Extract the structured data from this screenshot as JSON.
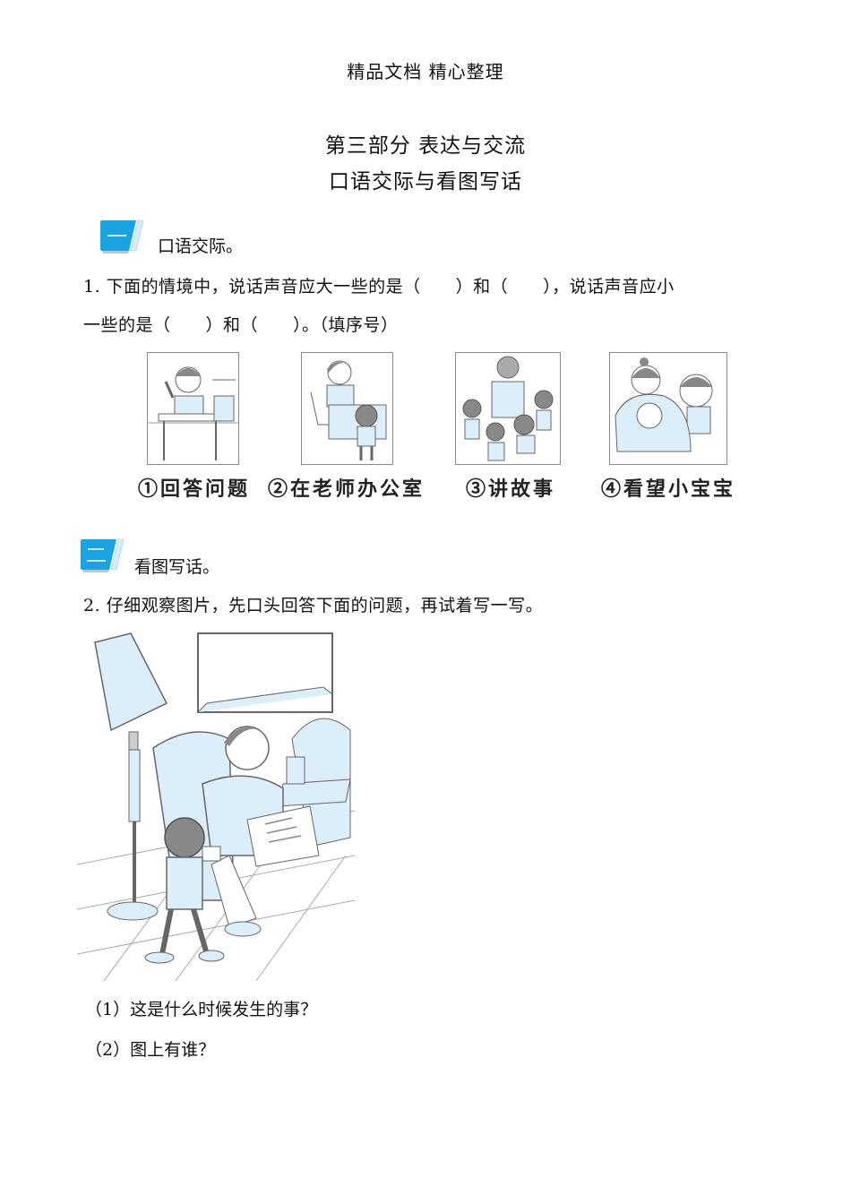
{
  "header": {
    "text": "精品文档 精心整理"
  },
  "titles": {
    "part": "第三部分  表达与交流",
    "section": "口语交际与看图写话"
  },
  "colors": {
    "badge_blue": "#1AA3E0",
    "badge_light": "#D6ECF8",
    "illustration_fill": "#DCEEF9",
    "line": "#555555"
  },
  "sections": [
    {
      "badge_icon": "section-number-one-badge",
      "badge_glyph": "一",
      "label": "口语交际。",
      "question": {
        "line1": "1. 下面的情境中，说话声音应大一些的是（　　）和（　　），说话声音应小",
        "line2": "一些的是（　　）和（　　）。（填序号）"
      },
      "pictures": [
        {
          "caption": "①回答问题",
          "scene": "child-raising-hand-at-desk"
        },
        {
          "caption": "②在老师办公室",
          "scene": "student-in-teacher-office"
        },
        {
          "caption": "③讲故事",
          "scene": "grandma-telling-story"
        },
        {
          "caption": "④看望小宝宝",
          "scene": "visiting-baby"
        }
      ]
    },
    {
      "badge_icon": "section-number-two-badge",
      "badge_glyph": "二",
      "label": "看图写话。",
      "question": {
        "line1": "2. 仔细观察图片，先口头回答下面的问题，再试着写一写。"
      },
      "illustration": "child-bringing-tea-to-father-reading-newspaper",
      "subquestions": [
        "（1）这是什么时候发生的事？",
        "（2）图上有谁？"
      ]
    }
  ]
}
